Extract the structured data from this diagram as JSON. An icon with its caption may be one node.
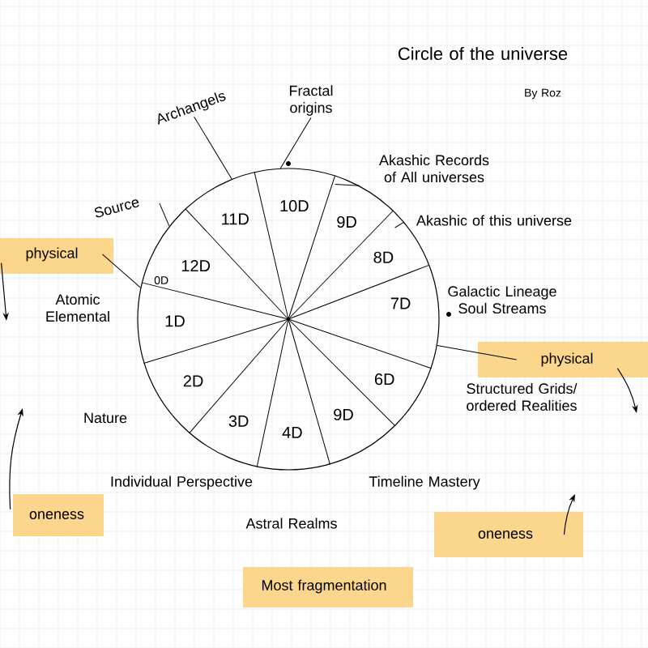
{
  "diagram": {
    "title": "Circle of the universe",
    "nodes": [
      {
        "text": [
          "10D",
          "11D",
          "9D",
          "8D",
          "12D",
          "0D",
          "7D",
          "1D",
          "6D",
          "2D",
          "9D",
          "3D",
          "4D"
        ]
      },
      {
        "text": [
          "Archangels"
        ]
      },
      {
        "text": [
          "Fractal origins"
        ]
      },
      {
        "text": [
          "Source"
        ]
      },
      {
        "text": [
          "Akashic Records of All universes"
        ]
      },
      {
        "text": [
          "Akashic of this universe"
        ]
      },
      {
        "text": [
          "physical"
        ]
      },
      {
        "text": [
          "physical"
        ]
      },
      {
        "text": [
          "oneness"
        ]
      },
      {
        "text": [
          "oneness"
        ]
      },
      {
        "text": [
          "Most fragmentation"
        ]
      }
    ],
    "edges": [
      {
        "from": 1,
        "to": 0,
        "arrow": "none"
      },
      {
        "from": 2,
        "to": 0,
        "arrow": "none"
      },
      {
        "from": 3,
        "to": 0,
        "arrow": "none"
      },
      {
        "from": 4,
        "to": 0,
        "arrow": "none"
      },
      {
        "from": 5,
        "to": 0,
        "arrow": "none"
      },
      {
        "from": 6,
        "to": 0,
        "arrow": "none"
      },
      {
        "from": 7,
        "to": 0,
        "arrow": "none"
      },
      {
        "from": 6,
        "to": null,
        "arrow": "to"
      },
      {
        "from": 7,
        "to": null,
        "arrow": "to"
      },
      {
        "from": 8,
        "to": null,
        "arrow": "to"
      },
      {
        "from": 9,
        "to": null,
        "arrow": "to"
      }
    ],
    "labels": [
      "By Roz",
      "Galactic Lineage Soul Streams",
      "Atomic Elemental",
      "Structured Grids/ ordered Realities",
      "Nature",
      "Timeline Mastery",
      "Individual Perspective",
      "Astral Realms"
    ]
  }
}
